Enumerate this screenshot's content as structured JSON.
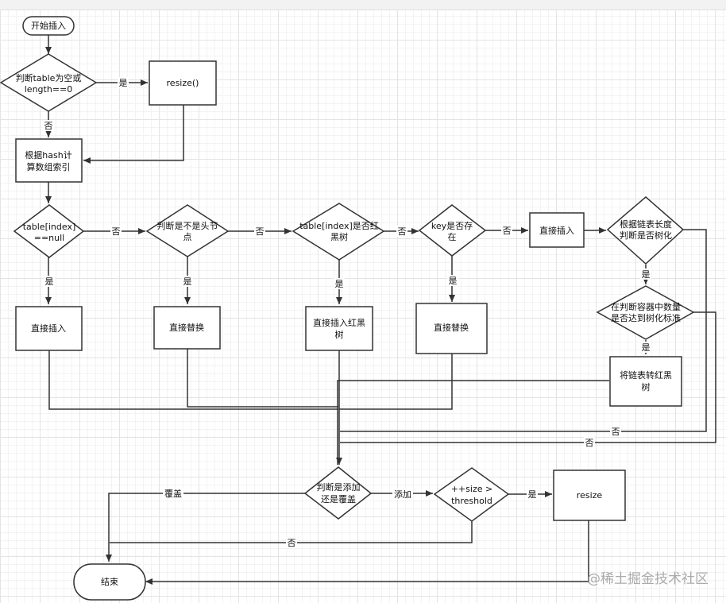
{
  "nodes": {
    "start": "开始插入",
    "check_table": [
      "判断table为空或",
      "length==0"
    ],
    "resize1": "resize()",
    "calc_index": [
      "根据hash计",
      "算数组索引"
    ],
    "check_null": [
      "table[index]",
      "==null"
    ],
    "check_head": [
      "判断是不是头节",
      "点"
    ],
    "check_tree": [
      "table[index]是否红",
      "黑树"
    ],
    "check_key": [
      "key是否存",
      "在"
    ],
    "direct_insert_list": "直接插入",
    "check_treeify": [
      "根据链表长度",
      "判断是否树化"
    ],
    "direct_insert1": "直接插入",
    "direct_replace1": "直接替换",
    "insert_rbtree": [
      "直接插入红黑",
      "树"
    ],
    "direct_replace2": "直接替换",
    "check_capacity": [
      "在判断容器中数量",
      "是否达到树化标准"
    ],
    "list_to_tree": [
      "将链表转红黑",
      "树"
    ],
    "check_add": [
      "判断是添加",
      "还是覆盖"
    ],
    "check_threshold": [
      "++size >",
      "threshold"
    ],
    "resize2": "resize",
    "end": "结束"
  },
  "labels": {
    "yes": "是",
    "no": "否",
    "overwrite": "覆盖",
    "add": "添加"
  },
  "watermark": "@稀土掘金技术社区",
  "colors": {
    "stroke": "#333333",
    "fill": "#ffffff"
  }
}
